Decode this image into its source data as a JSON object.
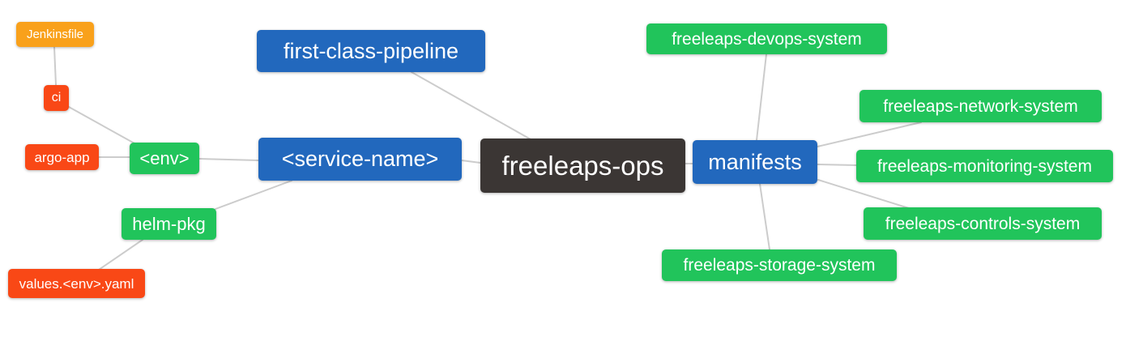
{
  "diagram_type": "mindmap",
  "colors": {
    "background": "#ffffff",
    "edge": "#cccccc",
    "text": "#ffffff",
    "root_node": "#3b3634",
    "level1_node": "#2268bd",
    "level2_node": "#21c45b",
    "level3_node": "#f94816",
    "level4_node": "#f9a11b"
  },
  "nodes": [
    {
      "id": "freeleaps-ops",
      "label": "freeleaps-ops",
      "level": "root"
    },
    {
      "id": "first-class-pipeline",
      "label": "first-class-pipeline",
      "level": 1
    },
    {
      "id": "service-name",
      "label": "<service-name>",
      "level": 1
    },
    {
      "id": "manifests",
      "label": "manifests",
      "level": 1
    },
    {
      "id": "env",
      "label": "<env>",
      "level": 2
    },
    {
      "id": "helm-pkg",
      "label": "helm-pkg",
      "level": 2
    },
    {
      "id": "ci",
      "label": "ci",
      "level": 3
    },
    {
      "id": "argo-app",
      "label": "argo-app",
      "level": 3
    },
    {
      "id": "values-env-yaml",
      "label": "values.<env>.yaml",
      "level": 3
    },
    {
      "id": "jenkinsfile",
      "label": "Jenkinsfile",
      "level": 4
    },
    {
      "id": "freeleaps-devops-system",
      "label": "freeleaps-devops-system",
      "level": 2
    },
    {
      "id": "freeleaps-network-system",
      "label": "freeleaps-network-system",
      "level": 2
    },
    {
      "id": "freeleaps-monitoring-system",
      "label": "freeleaps-monitoring-system",
      "level": 2
    },
    {
      "id": "freeleaps-controls-system",
      "label": "freeleaps-controls-system",
      "level": 2
    },
    {
      "id": "freeleaps-storage-system",
      "label": "freeleaps-storage-system",
      "level": 2
    }
  ],
  "edges": [
    {
      "from": "jenkinsfile",
      "to": "ci"
    },
    {
      "from": "ci",
      "to": "env"
    },
    {
      "from": "argo-app",
      "to": "env"
    },
    {
      "from": "env",
      "to": "service-name"
    },
    {
      "from": "helm-pkg",
      "to": "service-name"
    },
    {
      "from": "values-env-yaml",
      "to": "helm-pkg"
    },
    {
      "from": "first-class-pipeline",
      "to": "freeleaps-ops"
    },
    {
      "from": "service-name",
      "to": "freeleaps-ops"
    },
    {
      "from": "freeleaps-ops",
      "to": "manifests"
    },
    {
      "from": "manifests",
      "to": "freeleaps-devops-system"
    },
    {
      "from": "manifests",
      "to": "freeleaps-network-system"
    },
    {
      "from": "manifests",
      "to": "freeleaps-monitoring-system"
    },
    {
      "from": "manifests",
      "to": "freeleaps-controls-system"
    },
    {
      "from": "manifests",
      "to": "freeleaps-storage-system"
    }
  ]
}
